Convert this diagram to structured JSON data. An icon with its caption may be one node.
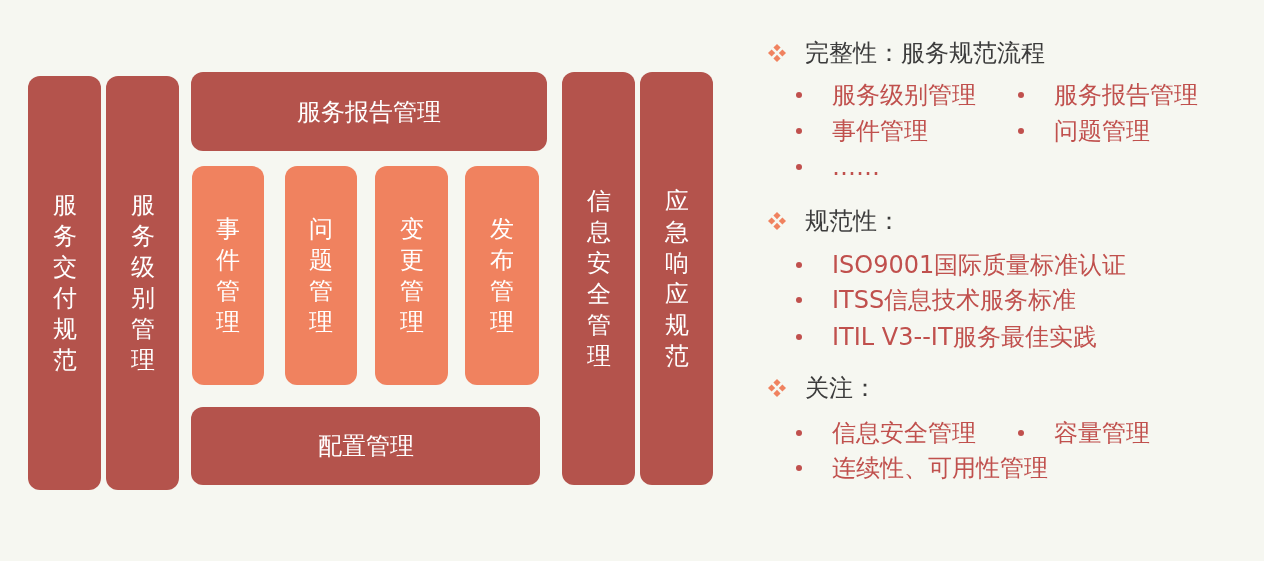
{
  "diagram": {
    "nodes": [
      {
        "text": [
          "服务交付规范"
        ]
      },
      {
        "text": [
          "服务级别管理"
        ]
      },
      {
        "text": [
          "服务报告管理"
        ]
      },
      {
        "text": [
          "事件管理"
        ]
      },
      {
        "text": [
          "问题管理"
        ]
      },
      {
        "text": [
          "变更管理"
        ]
      },
      {
        "text": [
          "发布管理"
        ]
      },
      {
        "text": [
          "配置管理"
        ]
      },
      {
        "text": [
          "信息安全管理"
        ]
      },
      {
        "text": [
          "应急响应规范"
        ]
      }
    ],
    "labels": [
      "完整性：服务规范流程",
      "服务级别管理",
      "服务报告管理",
      "事件管理",
      "问题管理",
      "……",
      "规范性：",
      "ISO9001国际质量标准认证",
      "ITSS信息技术服务标准",
      "ITIL V3--IT服务最佳实践",
      "关注：",
      "信息安全管理",
      "容量管理",
      "连续性、可用性管理"
    ]
  }
}
